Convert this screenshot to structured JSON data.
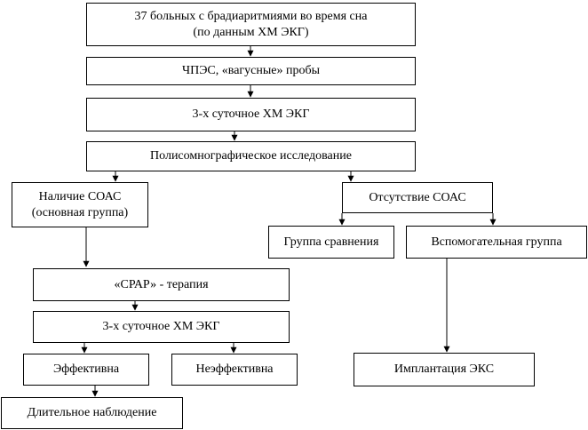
{
  "nodes": {
    "patients": [
      "37 больных с брадиаритмиями во время сна",
      "(по данным ХМ ЭКГ)"
    ],
    "tests": "ЧПЭС, «вагусные» пробы",
    "holter1": "3-х суточное ХМ ЭКГ",
    "psg": "Полисомнографическое исследование",
    "osa_present": [
      "Наличие СОАС",
      "(основная группа)"
    ],
    "osa_absent": "Отсутствие СОАС",
    "comparison_group": "Группа сравнения",
    "auxiliary_group": "Вспомогательная группа",
    "cpap": "«СРАР» - терапия",
    "holter2": "3-х суточное ХМ ЭКГ",
    "effective": "Эффективна",
    "ineffective": "Неэффективна",
    "long_observation": "Длительное наблюдение",
    "pacemaker": "Имплантация ЭКС"
  }
}
